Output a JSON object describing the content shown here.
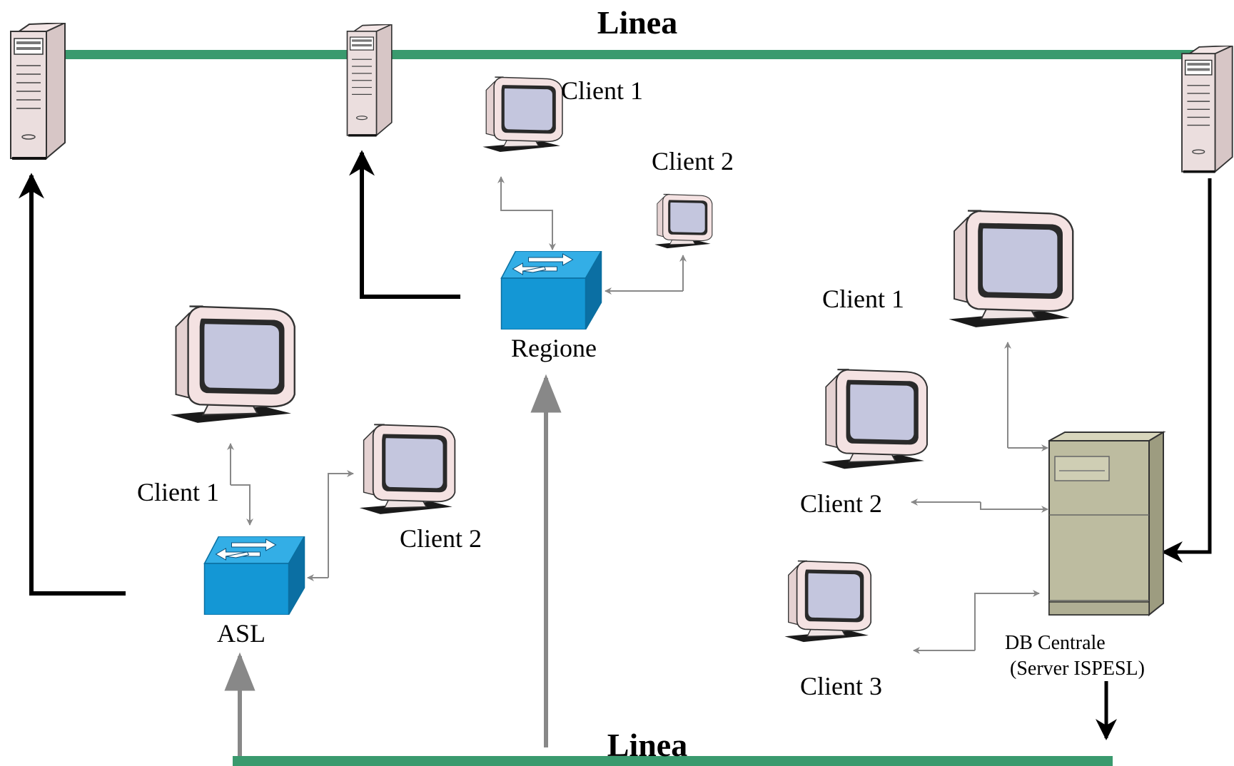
{
  "lines": {
    "top_label": "Linea",
    "bottom_label": "Linea",
    "color": "#3a9a6e"
  },
  "regione": {
    "label": "Regione",
    "client1": "Client 1",
    "client2": "Client 2"
  },
  "asl": {
    "label": "ASL",
    "client1": "Client 1",
    "client2": "Client 2"
  },
  "central": {
    "label_line1": "DB Centrale",
    "label_line2": "(Server ISPESL)",
    "client1": "Client 1",
    "client2": "Client 2",
    "client3": "Client 3"
  },
  "colors": {
    "switch": "#1497d5",
    "monitor": "#f3dede",
    "screen": "#c4c6de",
    "server": "#ebdede",
    "db_server": "#bdbca0",
    "gray_link": "#888888"
  }
}
